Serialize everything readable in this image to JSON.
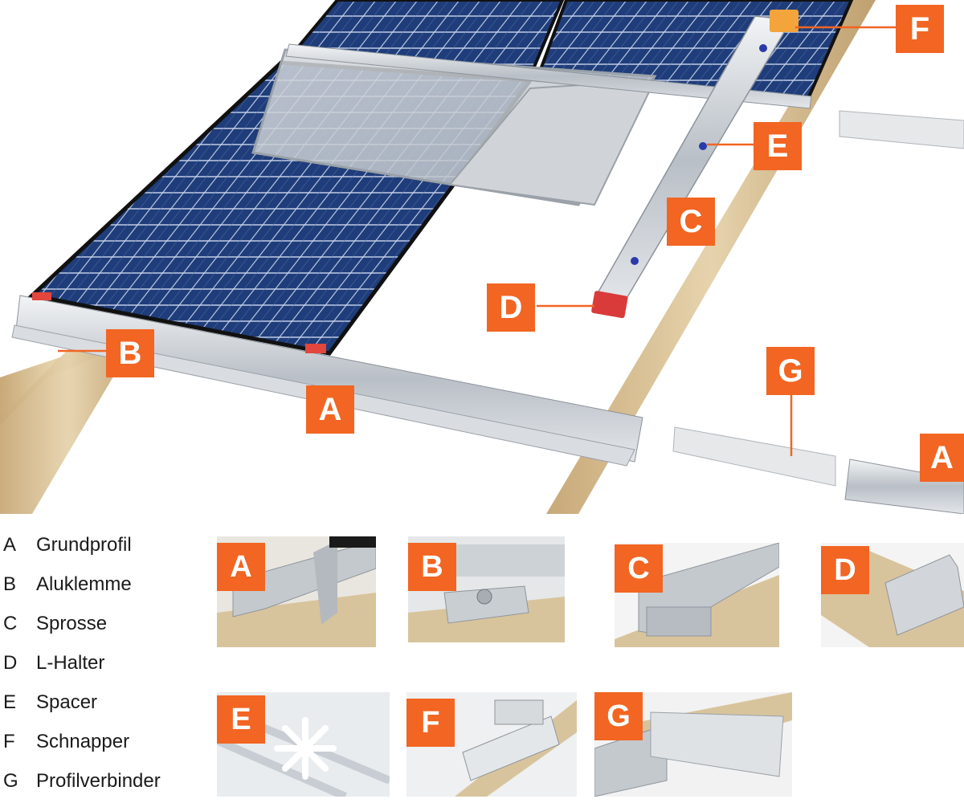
{
  "colors": {
    "accent": "#f26522",
    "panel": "#1f3d7a",
    "wood": "#d9c29a",
    "alu": "#c9ced3"
  },
  "labels": {
    "F": "F",
    "E": "E",
    "C": "C",
    "D": "D",
    "B": "B",
    "A": "A",
    "G": "G",
    "A2": "A"
  },
  "legend": [
    {
      "key": "A",
      "text": "Grundprofil"
    },
    {
      "key": "B",
      "text": "Aluklemme"
    },
    {
      "key": "C",
      "text": "Sprosse"
    },
    {
      "key": "D",
      "text": "L-Halter"
    },
    {
      "key": "E",
      "text": "Spacer"
    },
    {
      "key": "F",
      "text": "Schnapper"
    },
    {
      "key": "G",
      "text": "Profilverbinder"
    }
  ],
  "thumbnails": [
    {
      "tag": "A"
    },
    {
      "tag": "B"
    },
    {
      "tag": "C"
    },
    {
      "tag": "D"
    },
    {
      "tag": "E"
    },
    {
      "tag": "F"
    },
    {
      "tag": "G"
    }
  ]
}
